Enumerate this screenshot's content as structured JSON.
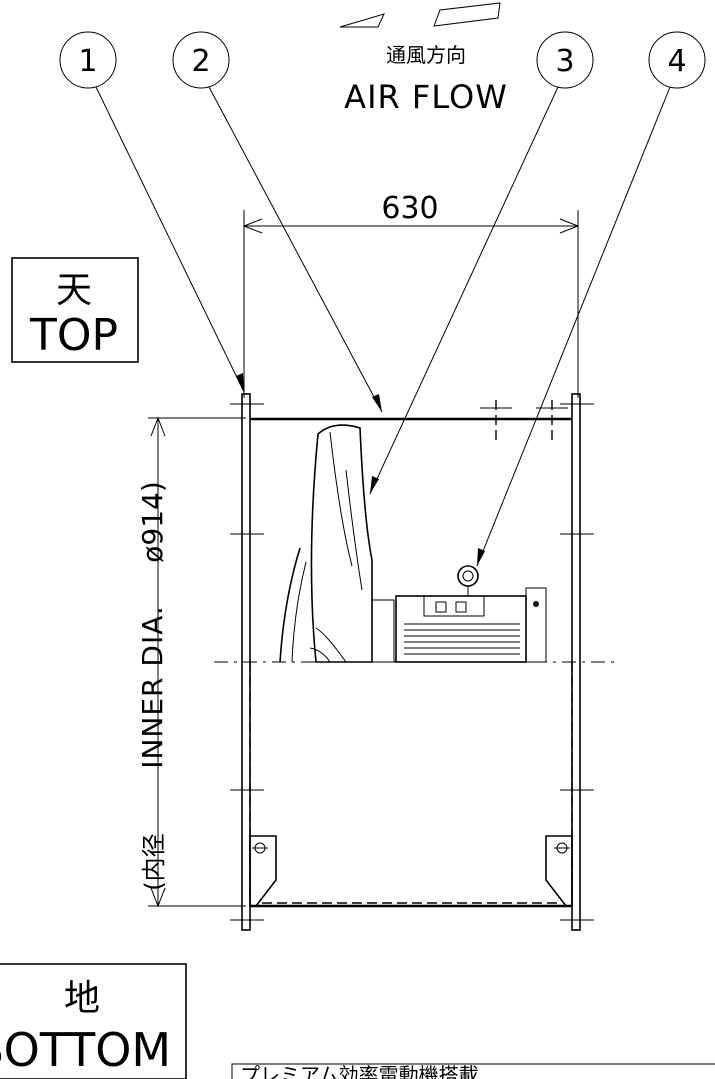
{
  "airflow": {
    "label_jp": "通風方向",
    "label_en": "AIR FLOW"
  },
  "callouts": [
    "1",
    "2",
    "3",
    "4"
  ],
  "dimensions": {
    "width": "630",
    "inner_diameter_jp": "(内径",
    "inner_diameter_en": "INNER DIA.",
    "inner_diameter_value": "ø914)"
  },
  "orientation": {
    "top_jp": "天",
    "top_en": "TOP",
    "bottom_jp": "地",
    "bottom_en": "BOTTOM"
  },
  "note": {
    "text": "プレミアム効率電動機搭載"
  }
}
